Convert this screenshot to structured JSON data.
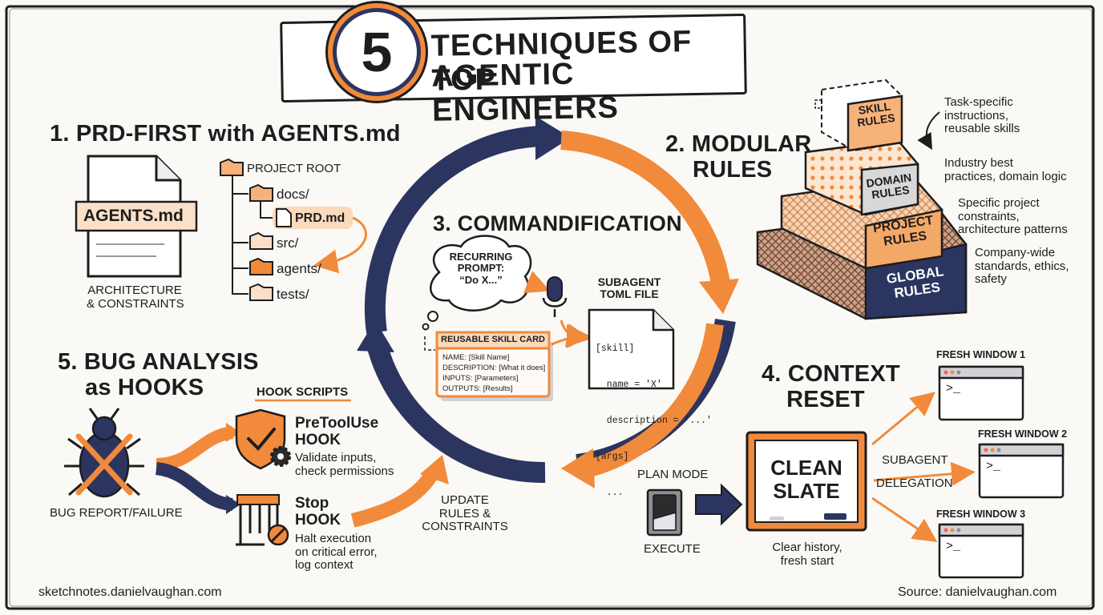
{
  "title": {
    "number": "5",
    "line1": "TECHNIQUES OF TOP",
    "line2": "AGENTIC ENGINEERS"
  },
  "section1": {
    "heading": "1. PRD-FIRST with AGENTS.md",
    "doc_label": "AGENTS.md",
    "caption_line1": "ARCHITECTURE",
    "caption_line2": "& CONSTRAINTS",
    "tree": {
      "root": "PROJECT ROOT",
      "docs": "docs/",
      "prd": "PRD.md",
      "src": "src/",
      "agents": "agents/",
      "tests": "tests/"
    }
  },
  "section2": {
    "heading_line1": "2. MODULAR",
    "heading_line2": "RULES",
    "layers": [
      {
        "name_line1": "SKILL",
        "name_line2": "RULES",
        "desc_line1": "Task-specific",
        "desc_line2": "instructions,",
        "desc_line3": "reusable skills"
      },
      {
        "name_line1": "DOMAIN",
        "name_line2": "RULES",
        "desc_line1": "Industry best",
        "desc_line2": "practices, domain logic",
        "desc_line3": ""
      },
      {
        "name_line1": "PROJECT",
        "name_line2": "RULES",
        "desc_line1": "Specific project",
        "desc_line2": "constraints,",
        "desc_line3": "architecture patterns"
      },
      {
        "name_line1": "GLOBAL",
        "name_line2": "RULES",
        "desc_line1": "Company-wide",
        "desc_line2": "standards, ethics,",
        "desc_line3": "safety"
      }
    ]
  },
  "section3": {
    "heading": "3. COMMANDIFICATION",
    "bubble_line1": "RECURRING",
    "bubble_line2": "PROMPT:",
    "bubble_line3": "“Do X...”",
    "card_title": "REUSABLE SKILL CARD",
    "card_lines": [
      "NAME: [Skill Name]",
      "DESCRIPTION: [What it does]",
      "INPUTS: [Parameters]",
      "OUTPUTS: [Results]"
    ],
    "toml_label_line1": "SUBAGENT",
    "toml_label_line2": "TOML FILE",
    "toml_lines": [
      "[skill]",
      "  name = 'X'",
      "  description = '...'",
      "[args]",
      "  ..."
    ]
  },
  "section4": {
    "heading_line1": "4. CONTEXT",
    "heading_line2": "RESET",
    "plan_mode": "PLAN MODE",
    "execute": "EXECUTE",
    "board_line1": "CLEAN",
    "board_line2": "SLATE",
    "board_caption_line1": "Clear history,",
    "board_caption_line2": "fresh start",
    "delegation_line1": "SUBAGENT",
    "delegation_line2": "DELEGATION",
    "windows": [
      "FRESH WINDOW 1",
      "FRESH WINDOW 2",
      "FRESH WINDOW 3"
    ],
    "prompt": ">_"
  },
  "section5": {
    "heading_line1": "5. BUG ANALYSIS",
    "heading_line2": "as HOOKS",
    "hook_scripts": "HOOK SCRIPTS",
    "bug_label": "BUG REPORT/FAILURE",
    "pretool_line1": "PreToolUse",
    "pretool_line2": "HOOK",
    "pretool_desc_line1": "Validate inputs,",
    "pretool_desc_line2": "check permissions",
    "stop_line1": "Stop",
    "stop_line2": "HOOK",
    "stop_desc_line1": "Halt execution",
    "stop_desc_line2": "on critical error,",
    "stop_desc_line3": "log context",
    "update_line1": "UPDATE",
    "update_line2": "RULES &",
    "update_line3": "CONSTRAINTS"
  },
  "footer": {
    "left": "sketchnotes.danielvaughan.com",
    "right": "Source: danielvaughan.com"
  },
  "colors": {
    "orange": "#f18a3a",
    "navy": "#2c3560",
    "ink": "#1d1d1f",
    "paper": "#fbf9f5",
    "peach": "#fbe0c8"
  },
  "icons": [
    "document-icon",
    "folder-icon",
    "file-icon",
    "thought-bubble-icon",
    "microphone-icon",
    "bug-icon",
    "shield-check-icon",
    "gear-icon",
    "barrier-icon",
    "stop-icon",
    "toggle-switch-icon",
    "chalkboard-icon",
    "terminal-window-icon",
    "cycle-arrows-icon"
  ]
}
